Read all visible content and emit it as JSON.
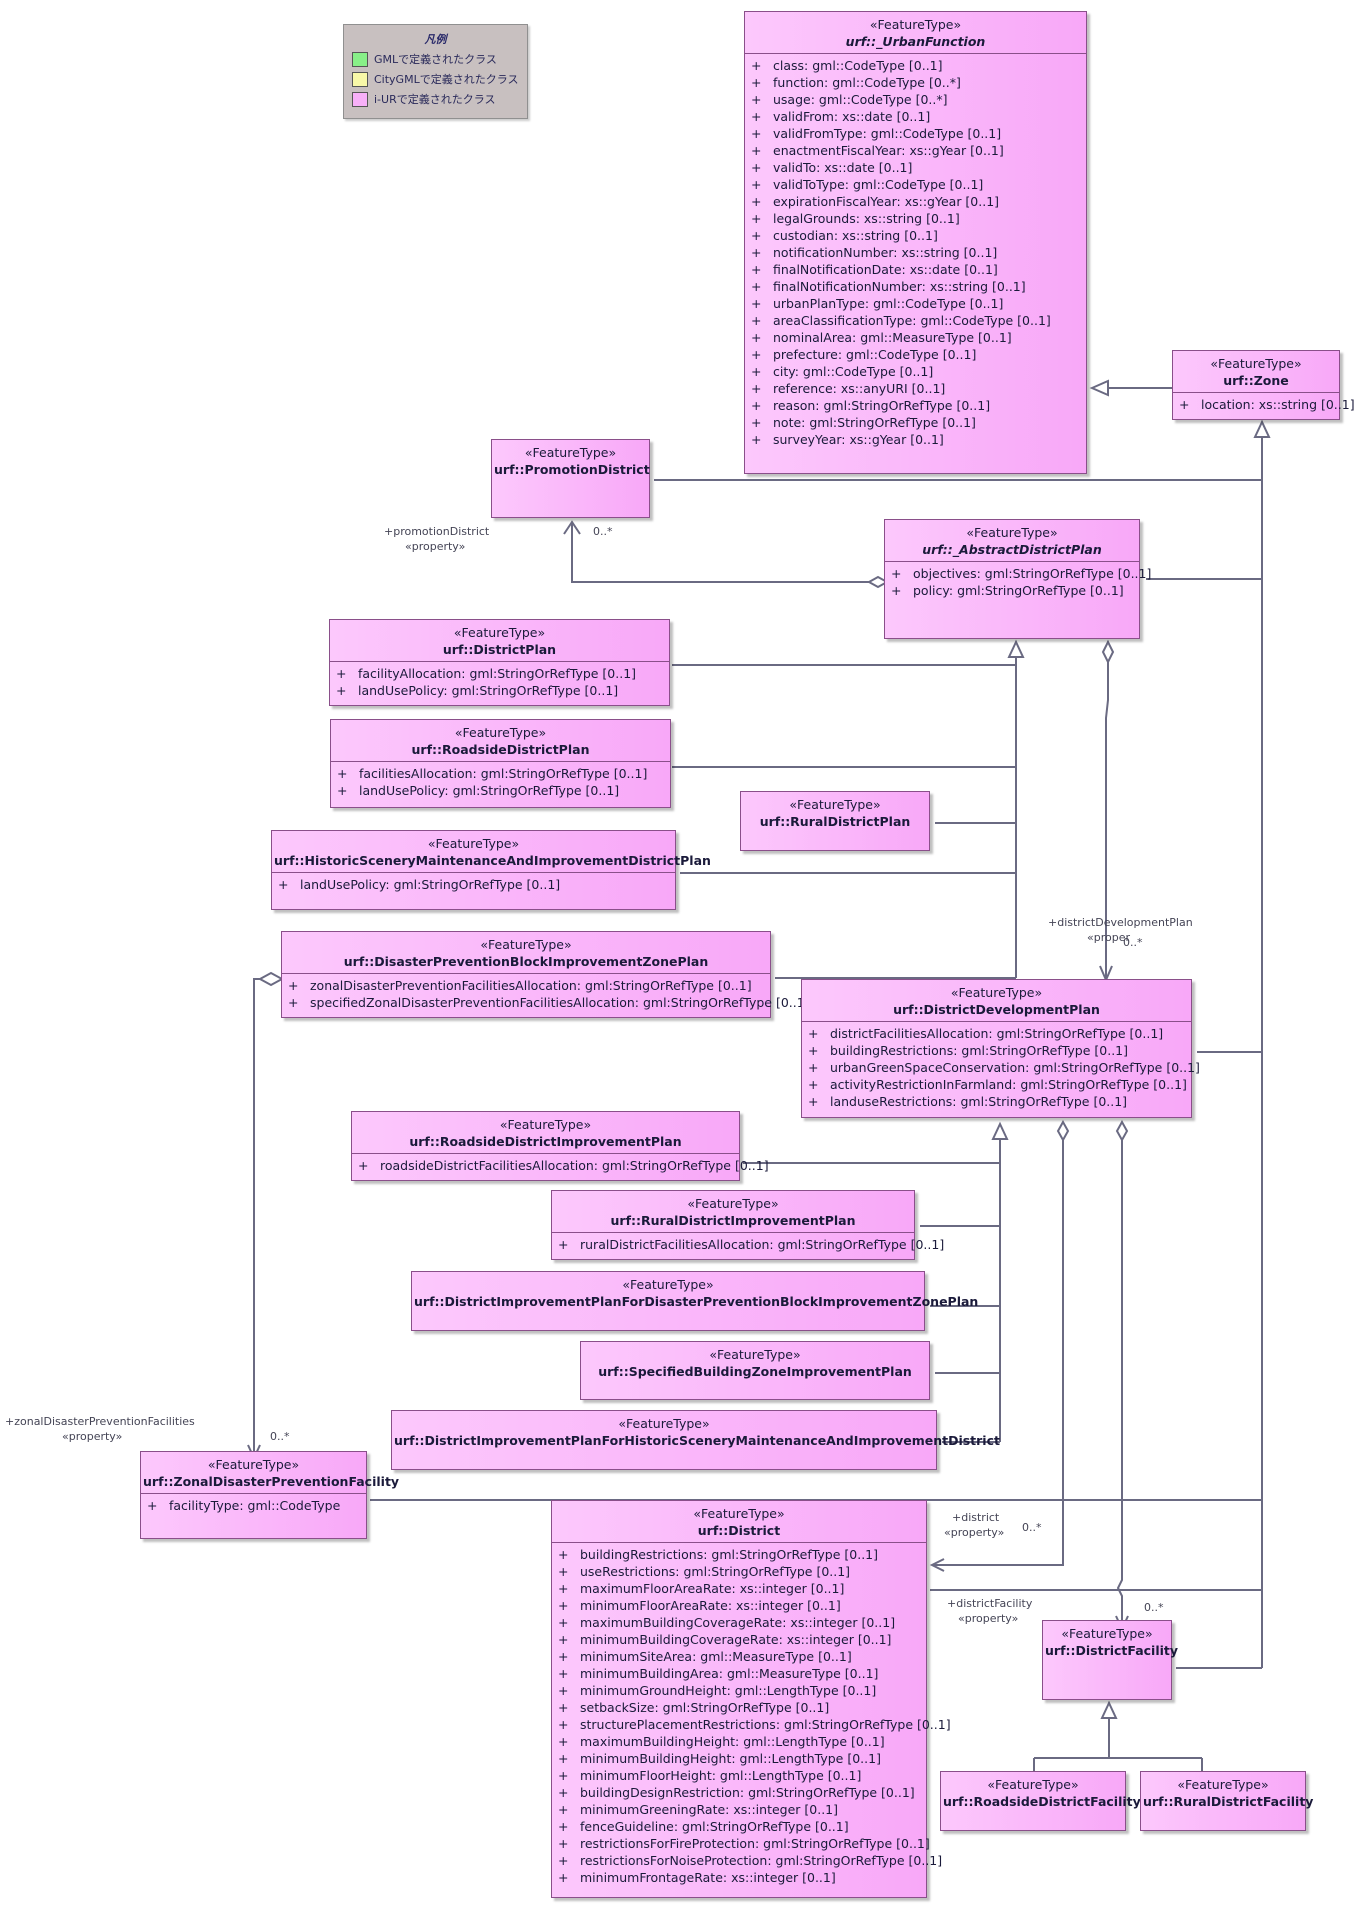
{
  "legend": {
    "title": "凡例",
    "items": [
      {
        "label": "GMLで定義されたクラス",
        "color": "#88f088"
      },
      {
        "label": "CityGMLで定義されたクラス",
        "color": "#f8f8a8"
      },
      {
        "label": "i-URで定義されたクラス",
        "color": "#f8b0f8"
      }
    ]
  },
  "classes": {
    "urbanFunction": {
      "stereotype": "«FeatureType»",
      "name": "urf::_UrbanFunction",
      "attrs": [
        {
          "v": "+",
          "t": "class: gml::CodeType [0..1]"
        },
        {
          "v": "+",
          "t": "function: gml::CodeType [0..*]"
        },
        {
          "v": "+",
          "t": "usage: gml::CodeType [0..*]"
        },
        {
          "v": "+",
          "t": "validFrom: xs::date [0..1]"
        },
        {
          "v": "+",
          "t": "validFromType: gml::CodeType [0..1]"
        },
        {
          "v": "+",
          "t": "enactmentFiscalYear: xs::gYear [0..1]"
        },
        {
          "v": "+",
          "t": "validTo: xs::date [0..1]"
        },
        {
          "v": "+",
          "t": "validToType: gml::CodeType [0..1]"
        },
        {
          "v": "+",
          "t": "expirationFiscalYear: xs::gYear [0..1]"
        },
        {
          "v": "+",
          "t": "legalGrounds: xs::string [0..1]"
        },
        {
          "v": "+",
          "t": "custodian: xs::string [0..1]"
        },
        {
          "v": "+",
          "t": "notificationNumber: xs::string [0..1]"
        },
        {
          "v": "+",
          "t": "finalNotificationDate: xs::date [0..1]"
        },
        {
          "v": "+",
          "t": "finalNotificationNumber: xs::string [0..1]"
        },
        {
          "v": "+",
          "t": "urbanPlanType: gml::CodeType [0..1]"
        },
        {
          "v": "+",
          "t": "areaClassificationType: gml::CodeType [0..1]"
        },
        {
          "v": "+",
          "t": "nominalArea: gml::MeasureType [0..1]"
        },
        {
          "v": "+",
          "t": "prefecture: gml::CodeType [0..1]"
        },
        {
          "v": "+",
          "t": "city: gml::CodeType [0..1]"
        },
        {
          "v": "+",
          "t": "reference: xs::anyURI [0..1]"
        },
        {
          "v": "+",
          "t": "reason: gml:StringOrRefType [0..1]"
        },
        {
          "v": "+",
          "t": "note: gml:StringOrRefType [0..1]"
        },
        {
          "v": "+",
          "t": "surveyYear: xs::gYear [0..1]"
        }
      ]
    },
    "zone": {
      "stereotype": "«FeatureType»",
      "name": "urf::Zone",
      "attrs": [
        {
          "v": "+",
          "t": "location: xs::string [0..1]"
        }
      ]
    },
    "promotionDistrict": {
      "stereotype": "«FeatureType»",
      "name": "urf::PromotionDistrict",
      "attrs": []
    },
    "abstractDistrictPlan": {
      "stereotype": "«FeatureType»",
      "name": "urf::_AbstractDistrictPlan",
      "attrs": [
        {
          "v": "+",
          "t": "objectives: gml:StringOrRefType [0..1]"
        },
        {
          "v": "+",
          "t": "policy: gml:StringOrRefType [0..1]"
        }
      ]
    },
    "districtPlan": {
      "stereotype": "«FeatureType»",
      "name": "urf::DistrictPlan",
      "attrs": [
        {
          "v": "+",
          "t": "facilityAllocation: gml:StringOrRefType [0..1]"
        },
        {
          "v": "+",
          "t": "landUsePolicy: gml:StringOrRefType [0..1]"
        }
      ]
    },
    "roadsideDistrictPlan": {
      "stereotype": "«FeatureType»",
      "name": "urf::RoadsideDistrictPlan",
      "attrs": [
        {
          "v": "+",
          "t": "facilitiesAllocation: gml:StringOrRefType [0..1]"
        },
        {
          "v": "+",
          "t": "landUsePolicy: gml:StringOrRefType [0..1]"
        }
      ]
    },
    "ruralDistrictPlan": {
      "stereotype": "«FeatureType»",
      "name": "urf::RuralDistrictPlan",
      "attrs": []
    },
    "historicPlan": {
      "stereotype": "«FeatureType»",
      "name": "urf::HistoricSceneryMaintenanceAndImprovementDistrictPlan",
      "attrs": [
        {
          "v": "+",
          "t": "landUsePolicy: gml:StringOrRefType [0..1]"
        }
      ]
    },
    "disasterZonePlan": {
      "stereotype": "«FeatureType»",
      "name": "urf::DisasterPreventionBlockImprovementZonePlan",
      "attrs": [
        {
          "v": "+",
          "t": "zonalDisasterPreventionFacilitiesAllocation: gml:StringOrRefType [0..1]"
        },
        {
          "v": "+",
          "t": "specifiedZonalDisasterPreventionFacilitiesAllocation: gml:StringOrRefType [0..1]"
        }
      ]
    },
    "districtDevelopmentPlan": {
      "stereotype": "«FeatureType»",
      "name": "urf::DistrictDevelopmentPlan",
      "attrs": [
        {
          "v": "+",
          "t": "districtFacilitiesAllocation: gml:StringOrRefType [0..1]"
        },
        {
          "v": "+",
          "t": "buildingRestrictions: gml:StringOrRefType [0..1]"
        },
        {
          "v": "+",
          "t": "urbanGreenSpaceConservation: gml:StringOrRefType [0..1]"
        },
        {
          "v": "+",
          "t": "activityRestrictionInFarmland: gml:StringOrRefType [0..1]"
        },
        {
          "v": "+",
          "t": "landuseRestrictions: gml:StringOrRefType [0..1]"
        }
      ]
    },
    "roadsideImprovementPlan": {
      "stereotype": "«FeatureType»",
      "name": "urf::RoadsideDistrictImprovementPlan",
      "attrs": [
        {
          "v": "+",
          "t": "roadsideDistrictFacilitiesAllocation: gml:StringOrRefType [0..1]"
        }
      ]
    },
    "ruralImprovementPlan": {
      "stereotype": "«FeatureType»",
      "name": "urf::RuralDistrictImprovementPlan",
      "attrs": [
        {
          "v": "+",
          "t": "ruralDistrictFacilitiesAllocation: gml:StringOrRefType [0..1]"
        }
      ]
    },
    "disasterImprovementPlan": {
      "stereotype": "«FeatureType»",
      "name": "urf::DistrictImprovementPlanForDisasterPreventionBlockImprovementZonePlan",
      "attrs": []
    },
    "specifiedBuildingPlan": {
      "stereotype": "«FeatureType»",
      "name": "urf::SpecifiedBuildingZoneImprovementPlan",
      "attrs": []
    },
    "historicImprovementPlan": {
      "stereotype": "«FeatureType»",
      "name": "urf::DistrictImprovementPlanForHistoricSceneryMaintenanceAndImprovementDistrict",
      "attrs": []
    },
    "zonalFacility": {
      "stereotype": "«FeatureType»",
      "name": "urf::ZonalDisasterPreventionFacility",
      "attrs": [
        {
          "v": "+",
          "t": "facilityType: gml::CodeType"
        }
      ]
    },
    "district": {
      "stereotype": "«FeatureType»",
      "name": "urf::District",
      "attrs": [
        {
          "v": "+",
          "t": "buildingRestrictions: gml:StringOrRefType [0..1]"
        },
        {
          "v": "+",
          "t": "useRestrictions: gml:StringOrRefType [0..1]"
        },
        {
          "v": "+",
          "t": "maximumFloorAreaRate: xs::integer [0..1]"
        },
        {
          "v": "+",
          "t": "minimumFloorAreaRate: xs::integer [0..1]"
        },
        {
          "v": "+",
          "t": "maximumBuildingCoverageRate: xs::integer [0..1]"
        },
        {
          "v": "+",
          "t": "minimumBuildingCoverageRate: xs::integer [0..1]"
        },
        {
          "v": "+",
          "t": "minimumSiteArea: gml::MeasureType [0..1]"
        },
        {
          "v": "+",
          "t": "minimumBuildingArea: gml::MeasureType [0..1]"
        },
        {
          "v": "+",
          "t": "minimumGroundHeight: gml::LengthType [0..1]"
        },
        {
          "v": "+",
          "t": "setbackSize: gml:StringOrRefType [0..1]"
        },
        {
          "v": "+",
          "t": "structurePlacementRestrictions: gml:StringOrRefType [0..1]"
        },
        {
          "v": "+",
          "t": "maximumBuildingHeight: gml::LengthType [0..1]"
        },
        {
          "v": "+",
          "t": "minimumBuildingHeight: gml::LengthType [0..1]"
        },
        {
          "v": "+",
          "t": "minimumFloorHeight: gml::LengthType [0..1]"
        },
        {
          "v": "+",
          "t": "buildingDesignRestriction: gml:StringOrRefType [0..1]"
        },
        {
          "v": "+",
          "t": "minimumGreeningRate: xs::integer [0..1]"
        },
        {
          "v": "+",
          "t": "fenceGuideline: gml:StringOrRefType [0..1]"
        },
        {
          "v": "+",
          "t": "restrictionsForFireProtection: gml:StringOrRefType [0..1]"
        },
        {
          "v": "+",
          "t": "restrictionsForNoiseProtection: gml:StringOrRefType [0..1]"
        },
        {
          "v": "+",
          "t": "minimumFrontageRate: xs::integer [0..1]"
        }
      ]
    },
    "districtFacility": {
      "stereotype": "«FeatureType»",
      "name": "urf::DistrictFacility",
      "attrs": []
    },
    "roadsideFacility": {
      "stereotype": "«FeatureType»",
      "name": "urf::RoadsideDistrictFacility",
      "attrs": []
    },
    "ruralFacility": {
      "stereotype": "«FeatureType»",
      "name": "urf::RuralDistrictFacility",
      "attrs": []
    }
  },
  "labels": {
    "promotionRole": "+promotionDistrict",
    "promotionProp": "«property»",
    "promotionMult": "0..*",
    "devRole": "+districtDevelopmentPlan",
    "devProp": "«proper",
    "devMult": "0..*",
    "zonalRole": "+zonalDisasterPreventionFacilities",
    "zonalProp": "«property»",
    "zonalMult": "0..*",
    "districtRole": "+district",
    "districtProp": "«property»",
    "districtMult": "0..*",
    "facRole": "+districtFacility",
    "facProp": "«property»",
    "facMult": "0..*"
  }
}
